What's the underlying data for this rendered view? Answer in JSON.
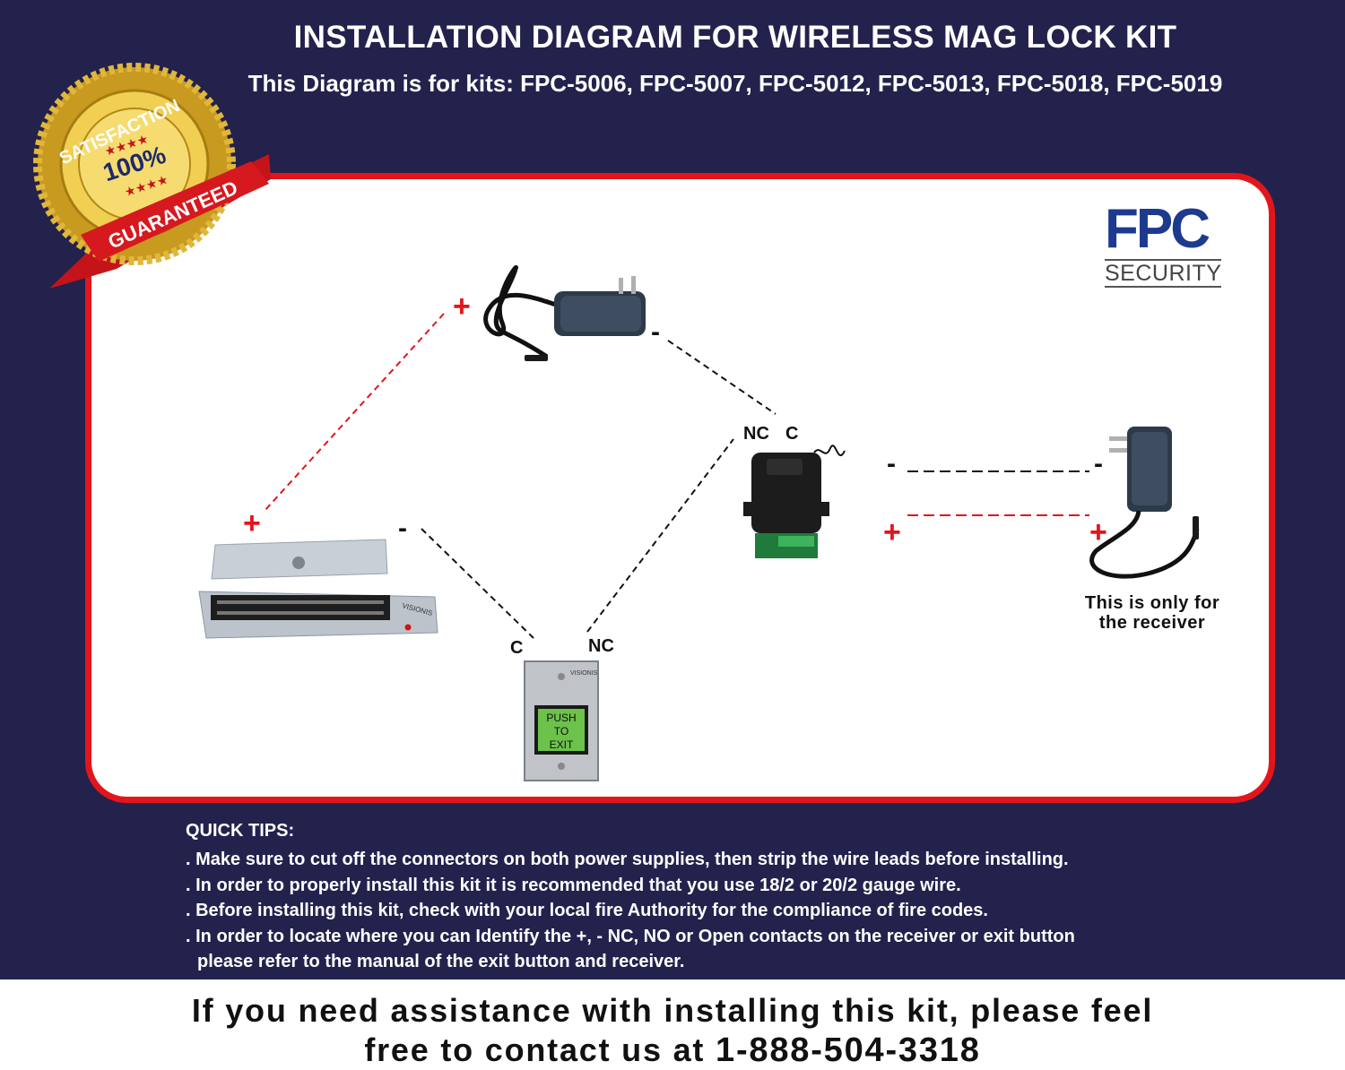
{
  "header": {
    "title": "INSTALLATION DIAGRAM FOR WIRELESS MAG LOCK KIT",
    "subtitle": "This Diagram is for kits: FPC-5006, FPC-5007, FPC-5012, FPC-5013, FPC-5018, FPC-5019"
  },
  "badge": {
    "top_text": "SATISFACTION",
    "percent": "100%",
    "ribbon": "GUARANTEED"
  },
  "logo": {
    "brand": "FPC",
    "tagline": "SECURITY"
  },
  "diagram": {
    "plus": "+",
    "minus": "-",
    "receiver_nc": "NC",
    "receiver_c": "C",
    "button_c": "C",
    "button_nc": "NC",
    "button_text": [
      "PUSH",
      "TO",
      "EXIT"
    ],
    "button_brand": "VISIONIS",
    "maglock_brand": "VISIONIS",
    "receiver_note_line1": "This is only for",
    "receiver_note_line2": "the receiver"
  },
  "tips": {
    "heading": "QUICK TIPS:",
    "items": [
      ". Make sure to cut off the connectors on both power supplies, then strip the wire leads before installing.",
      ". In order to properly install this kit it is recommended that you use 18/2 or 20/2 gauge wire.",
      ". Before installing this kit, check with your local fire Authority for the compliance of fire codes.",
      ". In order to locate where you can Identify the +, -  NC, NO or Open contacts on the receiver or exit button",
      "please refer to the manual of the exit button and receiver."
    ]
  },
  "footer": {
    "line1": "If you need assistance with installing this kit, please feel",
    "line2_prefix": "free to contact us at ",
    "phone": "1-888-504-3318"
  },
  "colors": {
    "navy": "#23224d",
    "red": "#e3151b",
    "logo_blue": "#1d3a8f"
  }
}
